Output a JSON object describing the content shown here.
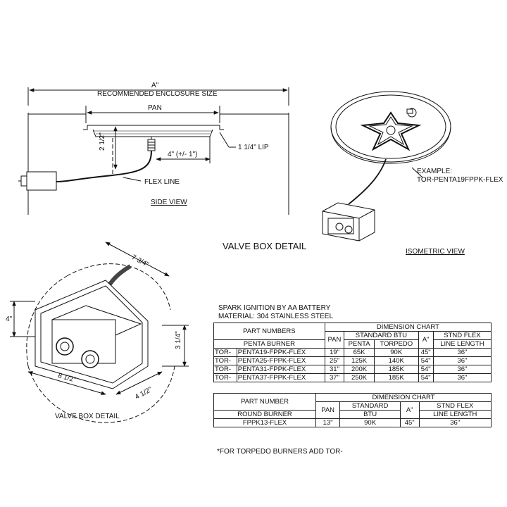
{
  "side_view": {
    "a_label": "A\"",
    "enclosure_label": "RECOMMENDED ENCLOSURE SIZE",
    "pan_label": "PAN",
    "lip_label": "1 1/4\" LIP",
    "depth_label": "2 1/2\"",
    "offset_label": "4\" (+/- 1\")",
    "flex_label": "FLEX LINE",
    "title": "SIDE VIEW"
  },
  "isometric": {
    "example_label": "EXAMPLE:",
    "example_part": "TOR-PENTA19FPPK-FLEX",
    "title": "ISOMETRIC VIEW"
  },
  "valve_box": {
    "heading": "VALVE BOX DETAIL",
    "caption": "VALVE BOX DETAIL",
    "dim_top": "7 3/4\"",
    "dim_left": "4\"",
    "dim_right": "3 1/4\"",
    "dim_bottom_left": "8 1/2\"",
    "dim_bottom_right": "4 1/2\""
  },
  "spec": {
    "line1": "SPARK IGNITION BY AA BATTERY",
    "line2": "MATERIAL: 304 STAINLESS STEEL"
  },
  "table1": {
    "part_numbers": "PART NUMBERS",
    "penta_burner": "PENTA BURNER",
    "dimension_chart": "DIMENSION CHART",
    "pan": "PAN",
    "standard_btu": "STANDARD BTU",
    "penta": "PENTA",
    "torpedo": "TORPEDO",
    "a_col": "A\"",
    "stnd_flex_1": "STND FLEX",
    "stnd_flex_2": "LINE LENGTH",
    "rows": [
      {
        "prefix": "TOR-",
        "part": "PENTA19-FPPK-FLEX",
        "pan": "19\"",
        "penta": "65K",
        "torpedo": "90K",
        "a": "45\"",
        "flex": "36\""
      },
      {
        "prefix": "TOR-",
        "part": "PENTA25-FPPK-FLEX",
        "pan": "25\"",
        "penta": "125K",
        "torpedo": "140K",
        "a": "54\"",
        "flex": "36\""
      },
      {
        "prefix": "TOR-",
        "part": "PENTA31-FPPK-FLEX",
        "pan": "31\"",
        "penta": "200K",
        "torpedo": "185K",
        "a": "54\"",
        "flex": "36\""
      },
      {
        "prefix": "TOR-",
        "part": "PENTA37-FPPK-FLEX",
        "pan": "37\"",
        "penta": "250K",
        "torpedo": "185K",
        "a": "54\"",
        "flex": "36\""
      }
    ]
  },
  "table2": {
    "part_number": "PART NUMBER",
    "round_burner": "ROUND BURNER",
    "dimension_chart": "DIMENSION CHART",
    "pan": "PAN",
    "standard_btu_1": "STANDARD",
    "standard_btu_2": "BTU",
    "a_col": "A\"",
    "stnd_flex_1": "STND FLEX",
    "stnd_flex_2": "LINE LENGTH",
    "row": {
      "part": "FPPK13-FLEX",
      "pan": "13\"",
      "btu": "90K",
      "a": "45\"",
      "flex": "36\""
    }
  },
  "footnote": "*FOR TORPEDO BURNERS ADD TOR-"
}
